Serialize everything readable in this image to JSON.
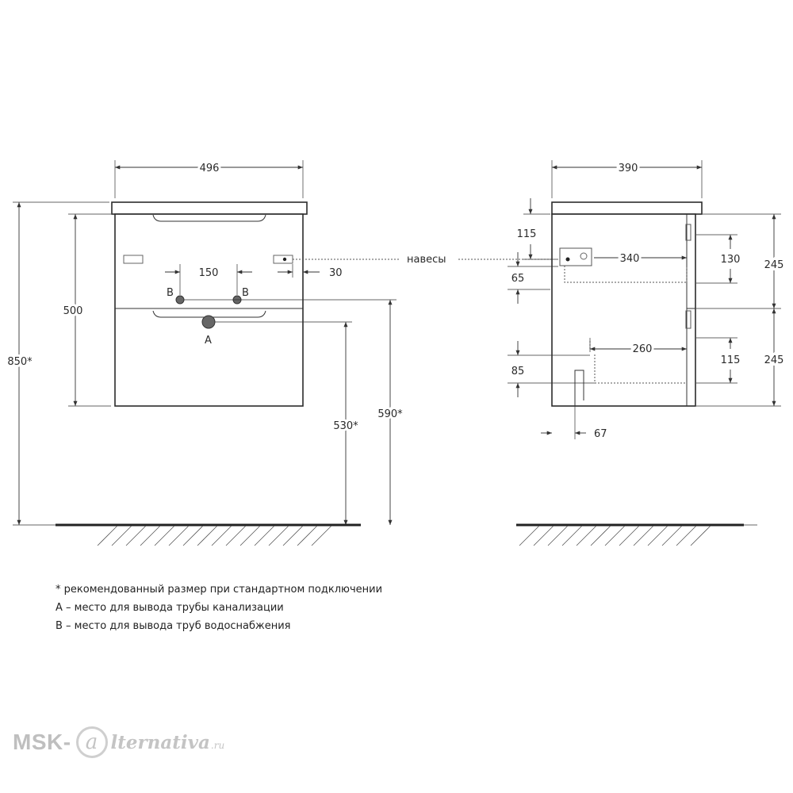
{
  "front_view": {
    "width": "496",
    "height_body": "500",
    "height_total": "850*",
    "pipe_spacing": "150",
    "hinge_offset": "30",
    "label_b_left": "B",
    "label_b_right": "B",
    "label_a": "A",
    "drain_height": "530*",
    "supply_height": "590*"
  },
  "side_view": {
    "depth": "390",
    "hinge_label": "навесы",
    "dim_115_top": "115",
    "dim_340": "340",
    "dim_65": "65",
    "dim_130": "130",
    "dim_245_top": "245",
    "dim_260": "260",
    "dim_115_right": "115",
    "dim_85": "85",
    "dim_245_bottom": "245",
    "dim_67": "67"
  },
  "notes": [
    "* рекомендованный размер при стандартном подключении",
    "A – место для вывода трубы канализации",
    "B – место для вывода труб водоснабжения"
  ],
  "logo": {
    "prefix": "MSK-",
    "symbol": "a",
    "suffix": "lternativa",
    "tld": ".ru"
  }
}
